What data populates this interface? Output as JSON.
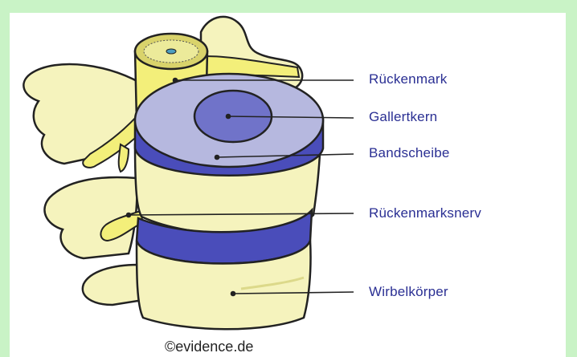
{
  "labels": {
    "rueckenmark": "Rückenmark",
    "gallertkern": "Gallertkern",
    "bandscheibe": "Bandscheibe",
    "rueckenmarksnerv": "Rückenmarksnerv",
    "wirbelkoerper": "Wirbelkörper"
  },
  "credit": "©evidence.de",
  "colors": {
    "bone": "#f5f3bd",
    "bone_shadow": "#dcd98a",
    "nerve": "#f3ef7a",
    "disc_top": "#b6b8df",
    "disc_band": "#4a4dba",
    "nucleus": "#7073c9",
    "label_text": "#2a2f93",
    "background": "#c9f3c6"
  }
}
